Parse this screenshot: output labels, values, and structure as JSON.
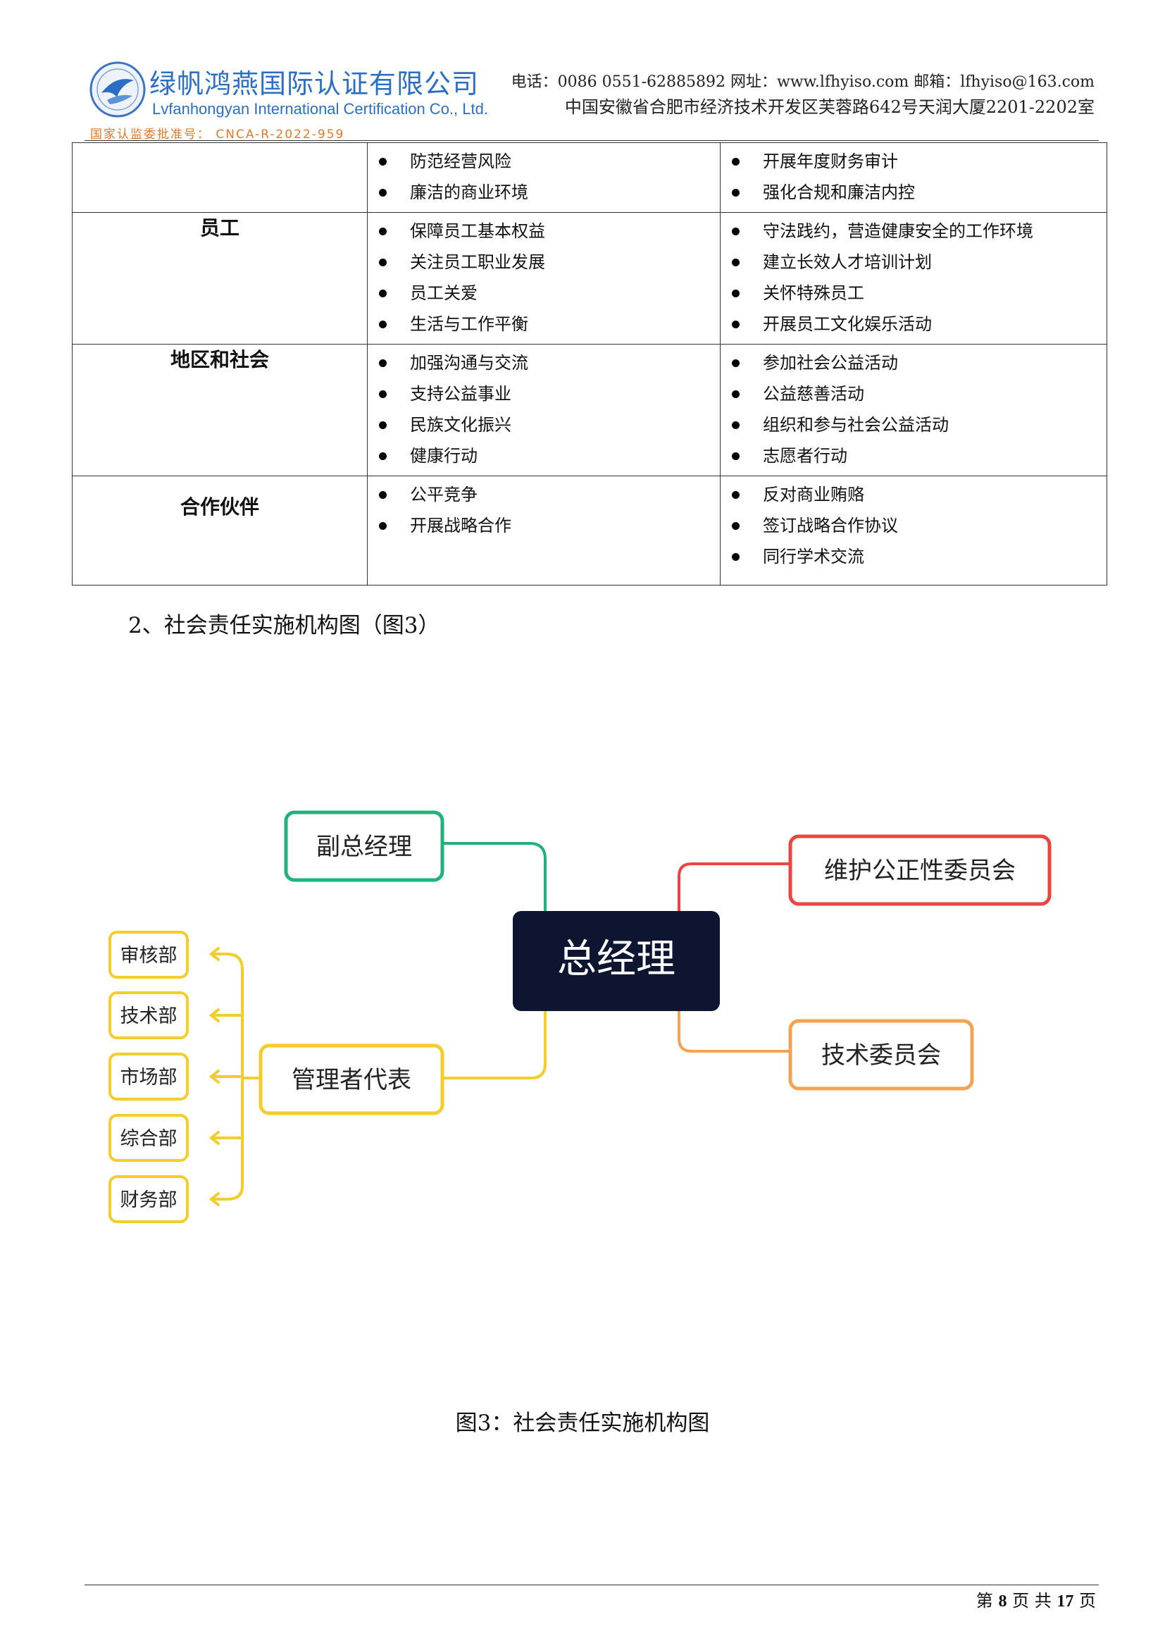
{
  "header": {
    "company_cn": "绿帆鸿燕国际认证有限公司",
    "company_en": "Lvfanhongyan International Certification Co., Ltd.",
    "approval": "国家认监委批准号： CNCA-R-2022-959",
    "contact": "电话：0086 0551-62885892 网址：www.lfhyiso.com 邮箱：lfhyiso@163.com",
    "address": "中国安徽省合肥市经济技术开发区芙蓉路642号天润大厦2201-2202室",
    "colors": {
      "brand_blue": "#2c6fc2",
      "approval_orange": "#e07a2a"
    }
  },
  "table": {
    "rows": [
      {
        "category": "",
        "col1": [
          "防范经营风险",
          "廉洁的商业环境"
        ],
        "col2": [
          "开展年度财务审计",
          "强化合规和廉洁内控"
        ]
      },
      {
        "category": "员工",
        "col1": [
          "保障员工基本权益",
          "关注员工职业发展",
          "员工关爱",
          "生活与工作平衡"
        ],
        "col2": [
          "守法践约，营造健康安全的工作环境",
          "建立长效人才培训计划",
          "关怀特殊员工",
          "开展员工文化娱乐活动"
        ]
      },
      {
        "category": "地区和社会",
        "col1": [
          "加强沟通与交流",
          "支持公益事业",
          "民族文化振兴",
          "健康行动"
        ],
        "col2": [
          "参加社会公益活动",
          "公益慈善活动",
          "组织和参与社会公益活动",
          "志愿者行动"
        ]
      },
      {
        "category": "合作伙伴",
        "col1": [
          "公平竞争",
          "开展战略合作"
        ],
        "col2": [
          "反对商业贿赂",
          "签订战略合作协议",
          "同行学术交流"
        ]
      }
    ]
  },
  "section": {
    "title": "2、社会责任实施机构图（图3）"
  },
  "org_chart": {
    "center": "总经理",
    "deputy": "副总经理",
    "management_rep": "管理者代表",
    "committees": [
      "维护公正性委员会",
      "技术委员会"
    ],
    "departments": [
      "审核部",
      "技术部",
      "市场部",
      "综合部",
      "财务部"
    ],
    "colors": {
      "center_bg": "#0d1530",
      "deputy": "#21b27c",
      "management": "#f2cd2b",
      "fairness": "#e8463f",
      "technical": "#f4a353"
    }
  },
  "caption": "图3：社会责任实施机构图",
  "footer": {
    "prefix": "第",
    "page": "8",
    "middle": "页 共",
    "total": "17",
    "suffix": "页"
  }
}
